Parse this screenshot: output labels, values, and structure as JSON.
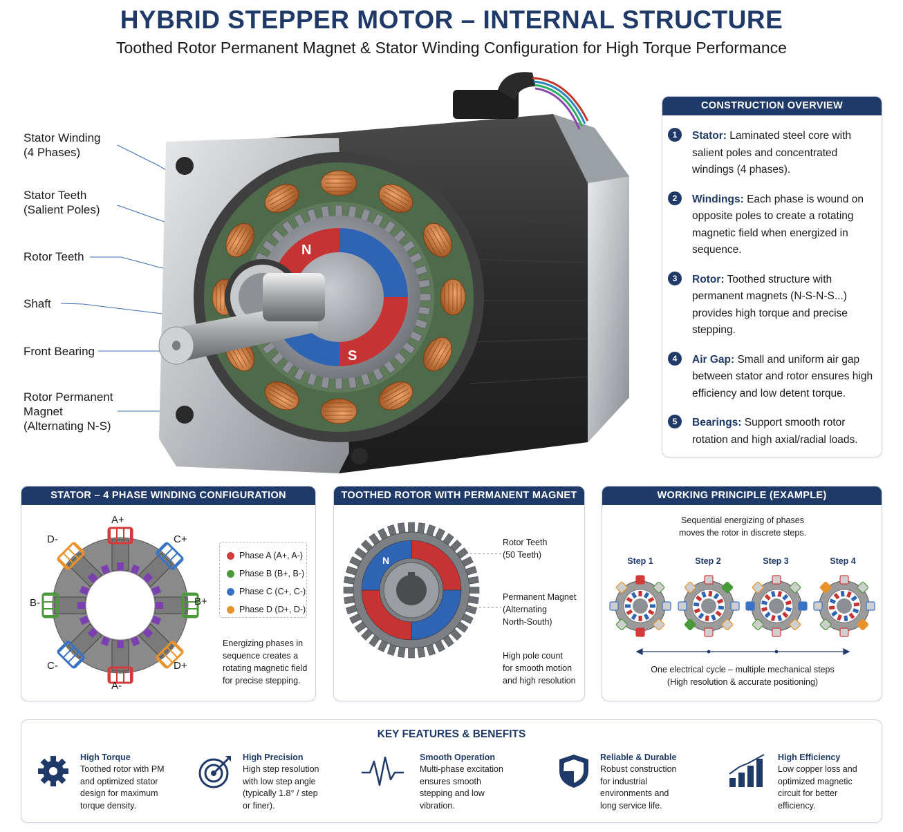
{
  "header": {
    "title": "HYBRID STEPPER MOTOR – INTERNAL STRUCTURE",
    "subtitle": "Toothed Rotor Permanent Magnet & Stator Winding Configuration for High Torque Performance"
  },
  "callouts": [
    "Stator Winding\n(4 Phases)",
    "Stator Teeth\n(Salient Poles)",
    "Rotor Teeth",
    "Shaft",
    "Front Bearing",
    "Rotor Permanent\nMagnet\n(Alternating N-S)"
  ],
  "hero_magnet_labels": {
    "north": "N",
    "south": "S"
  },
  "overview": {
    "heading": "CONSTRUCTION OVERVIEW",
    "items": [
      {
        "num": "1",
        "key": "Stator:",
        "text": " Laminated steel core with salient poles and concentrated windings (4 phases)."
      },
      {
        "num": "2",
        "key": "Windings:",
        "text": " Each phase is wound on opposite poles to create a rotating magnetic field when energized in sequence."
      },
      {
        "num": "3",
        "key": "Rotor:",
        "text": " Toothed structure with permanent magnets (N-S-N-S...) provides high torque and precise stepping."
      },
      {
        "num": "4",
        "key": "Air Gap:",
        "text": " Small and uniform air gap between stator and rotor ensures high efficiency and low detent torque."
      },
      {
        "num": "5",
        "key": "Bearings:",
        "text": " Support smooth rotor rotation and high axial/radial loads."
      }
    ]
  },
  "stator_panel": {
    "heading": "STATOR – 4 PHASE WINDING CONFIGURATION",
    "poles": {
      "a_plus": "A+",
      "a_minus": "A-",
      "b_plus": "B+",
      "b_minus": "B-",
      "c_plus": "C+",
      "c_minus": "C-",
      "d_plus": "D+",
      "d_minus": "D-"
    },
    "legend": [
      {
        "label": "Phase A (A+, A-)",
        "color": "#d33b3b"
      },
      {
        "label": "Phase B (B+, B-)",
        "color": "#4a9a3a"
      },
      {
        "label": "Phase C (C+, C-)",
        "color": "#3a72c4"
      },
      {
        "label": "Phase D (D+, D-)",
        "color": "#e8922a"
      }
    ],
    "note": "Energizing phases in sequence creates a rotating magnetic field for precise stepping."
  },
  "rotor_panel": {
    "heading": "TOOTHED ROTOR WITH PERMANENT MAGNET",
    "label_teeth": "Rotor Teeth\n(50 Teeth)",
    "label_magnet": "Permanent Magnet\n(Alternating\nNorth-South)",
    "label_pole": "High pole count\nfor smooth motion\nand high resolution",
    "magnet_letter": "N"
  },
  "work_panel": {
    "heading": "WORKING PRINCIPLE (EXAMPLE)",
    "intro": "Sequential energizing of phases\nmoves the rotor in discrete steps.",
    "steps": [
      "Step 1",
      "Step 2",
      "Step 3",
      "Step 4"
    ],
    "footer": "One electrical cycle – multiple mechanical steps\n(High resolution & accurate positioning)"
  },
  "features": {
    "heading": "KEY FEATURES & BENEFITS",
    "items": [
      {
        "title": "High Torque",
        "desc": "Toothed rotor with PM\nand optimized stator\ndesign for maximum\ntorque density.",
        "icon": "gear-icon"
      },
      {
        "title": "High Precision",
        "desc": "High step resolution\nwith low step angle\n(typically 1.8° / step\nor finer).",
        "icon": "target-icon"
      },
      {
        "title": "Smooth Operation",
        "desc": "Multi-phase excitation\nensures smooth\nstepping and low\nvibration.",
        "icon": "waveform-icon"
      },
      {
        "title": "Reliable & Durable",
        "desc": "Robust construction\nfor industrial\nenvironments and\nlong service life.",
        "icon": "shield-icon"
      },
      {
        "title": "High Efficiency",
        "desc": "Low copper loss and\noptimized magnetic\ncircuit for better\nefficiency.",
        "icon": "bar-chart-icon"
      }
    ]
  },
  "colors": {
    "navy": "#1f3a68",
    "copper": "#c8743a",
    "magnet_red": "#c73333",
    "magnet_blue": "#2f64b4",
    "steel": "#8c8c8c"
  }
}
